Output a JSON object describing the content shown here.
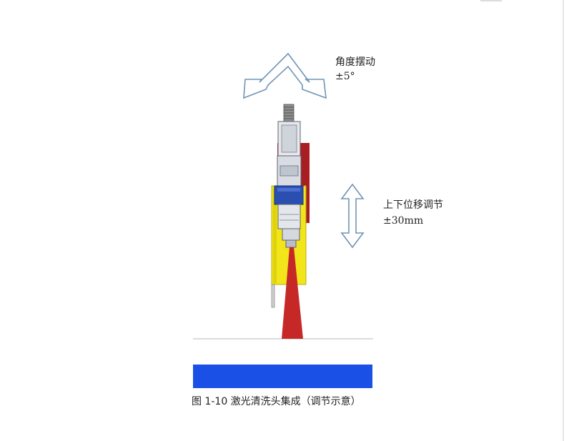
{
  "annotations": {
    "angle_title": "角度摆动",
    "angle_value": "±5°",
    "height_title": "上下位移调节",
    "height_value": "±30mm"
  },
  "caption": "图 1-10 激光清洗头集成（调节示意）",
  "colors": {
    "arrow_stroke": "#6f94b6",
    "laser_beam": "#c62828",
    "yellow_housing": "#f2e51a",
    "blue_bar": "#1a50e6",
    "bracket_red": "#c0262b",
    "clamp_blue": "#2a4fb0"
  }
}
